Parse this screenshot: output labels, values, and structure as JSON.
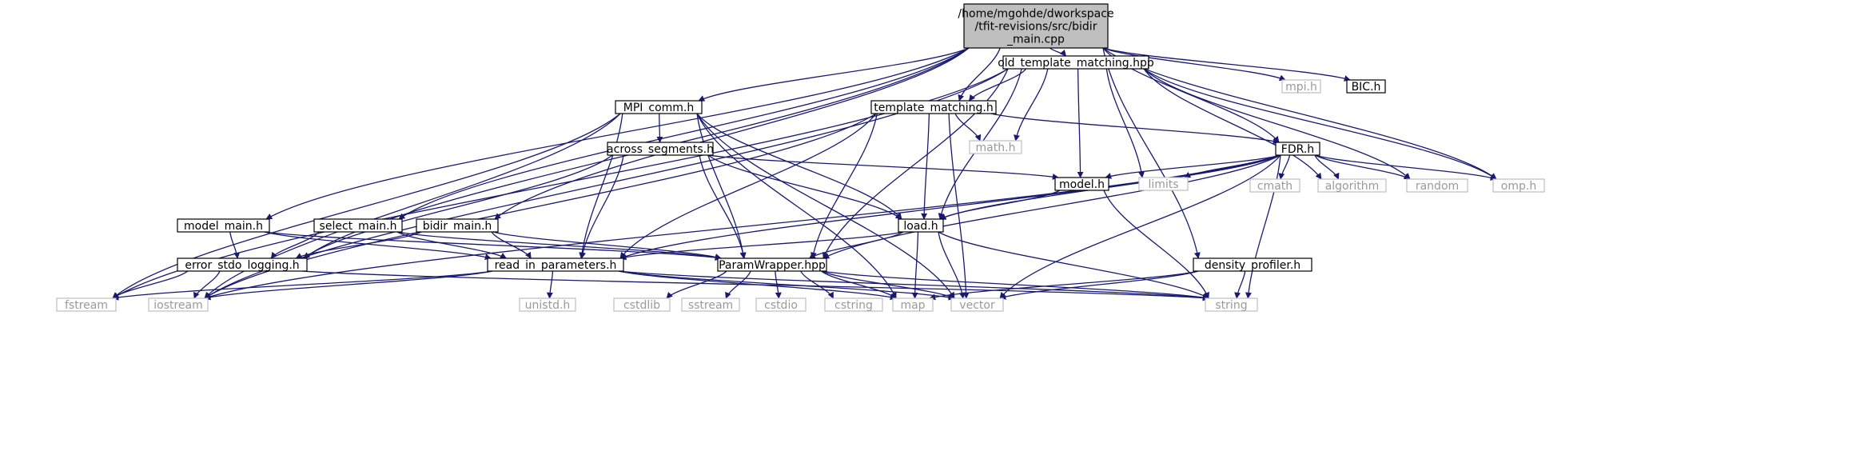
{
  "colors": {
    "edge": "#191970",
    "root_fill": "#bfbfbf",
    "external_text": "#9a9a9a",
    "external_border": "#bfbfbf"
  },
  "nodes": {
    "root": {
      "kind": "root",
      "lines": [
        "/home/mgohde/dworkspace",
        "/tfit-revisions/src/bidir",
        "_main.cpp"
      ]
    },
    "old_tm": {
      "kind": "normal",
      "lines": [
        "old_template_matching.hpp"
      ]
    },
    "mpi_h": {
      "kind": "external",
      "lines": [
        "mpi.h"
      ]
    },
    "bic_h": {
      "kind": "normal",
      "lines": [
        "BIC.h"
      ]
    },
    "mpi_comm": {
      "kind": "normal",
      "lines": [
        "MPI_comm.h"
      ]
    },
    "template_matching": {
      "kind": "normal",
      "lines": [
        "template_matching.h"
      ]
    },
    "across_segments": {
      "kind": "normal",
      "lines": [
        "across_segments.h"
      ]
    },
    "math_h": {
      "kind": "external",
      "lines": [
        "math.h"
      ]
    },
    "fdr_h": {
      "kind": "normal",
      "lines": [
        "FDR.h"
      ]
    },
    "model_h": {
      "kind": "normal",
      "lines": [
        "model.h"
      ]
    },
    "limits": {
      "kind": "external",
      "lines": [
        "limits"
      ]
    },
    "cmath": {
      "kind": "external",
      "lines": [
        "cmath"
      ]
    },
    "algorithm": {
      "kind": "external",
      "lines": [
        "algorithm"
      ]
    },
    "random": {
      "kind": "external",
      "lines": [
        "random"
      ]
    },
    "omp_h": {
      "kind": "external",
      "lines": [
        "omp.h"
      ]
    },
    "model_main": {
      "kind": "normal",
      "lines": [
        "model_main.h"
      ]
    },
    "select_main": {
      "kind": "normal",
      "lines": [
        "select_main.h"
      ]
    },
    "bidir_main": {
      "kind": "normal",
      "lines": [
        "bidir_main.h"
      ]
    },
    "load_h": {
      "kind": "normal",
      "lines": [
        "load.h"
      ]
    },
    "error_log": {
      "kind": "normal",
      "lines": [
        "error_stdo_logging.h"
      ]
    },
    "read_params": {
      "kind": "normal",
      "lines": [
        "read_in_parameters.h"
      ]
    },
    "param_wrapper": {
      "kind": "normal",
      "lines": [
        "ParamWrapper.hpp"
      ]
    },
    "density_profiler": {
      "kind": "normal",
      "lines": [
        "density_profiler.h"
      ]
    },
    "fstream": {
      "kind": "external",
      "lines": [
        "fstream"
      ]
    },
    "iostream": {
      "kind": "external",
      "lines": [
        "iostream"
      ]
    },
    "unistd_h": {
      "kind": "external",
      "lines": [
        "unistd.h"
      ]
    },
    "cstdlib": {
      "kind": "external",
      "lines": [
        "cstdlib"
      ]
    },
    "sstream": {
      "kind": "external",
      "lines": [
        "sstream"
      ]
    },
    "cstdio": {
      "kind": "external",
      "lines": [
        "cstdio"
      ]
    },
    "cstring": {
      "kind": "external",
      "lines": [
        "cstring"
      ]
    },
    "map": {
      "kind": "external",
      "lines": [
        "map"
      ]
    },
    "vector": {
      "kind": "external",
      "lines": [
        "vector"
      ]
    },
    "string": {
      "kind": "external",
      "lines": [
        "string"
      ]
    }
  },
  "edges": [
    [
      "root",
      "old_tm"
    ],
    [
      "root",
      "mpi_h"
    ],
    [
      "root",
      "bic_h"
    ],
    [
      "root",
      "mpi_comm"
    ],
    [
      "root",
      "template_matching"
    ],
    [
      "root",
      "fdr_h"
    ],
    [
      "root",
      "omp_h"
    ],
    [
      "root",
      "model_main"
    ],
    [
      "root",
      "select_main"
    ],
    [
      "root",
      "bidir_main"
    ],
    [
      "root",
      "error_log"
    ],
    [
      "root",
      "density_profiler"
    ],
    [
      "old_tm",
      "template_matching"
    ],
    [
      "old_tm",
      "math_h"
    ],
    [
      "old_tm",
      "model_h"
    ],
    [
      "old_tm",
      "limits"
    ],
    [
      "old_tm",
      "algorithm"
    ],
    [
      "old_tm",
      "random"
    ],
    [
      "old_tm",
      "omp_h"
    ],
    [
      "old_tm",
      "load_h"
    ],
    [
      "old_tm",
      "param_wrapper"
    ],
    [
      "old_tm",
      "fstream"
    ],
    [
      "old_tm",
      "iostream"
    ],
    [
      "mpi_comm",
      "across_segments"
    ],
    [
      "mpi_comm",
      "load_h"
    ],
    [
      "mpi_comm",
      "read_params"
    ],
    [
      "mpi_comm",
      "param_wrapper"
    ],
    [
      "mpi_comm",
      "map"
    ],
    [
      "mpi_comm",
      "vector"
    ],
    [
      "mpi_comm",
      "fstream"
    ],
    [
      "mpi_comm",
      "iostream"
    ],
    [
      "template_matching",
      "math_h"
    ],
    [
      "template_matching",
      "fdr_h"
    ],
    [
      "template_matching",
      "load_h"
    ],
    [
      "template_matching",
      "read_params"
    ],
    [
      "template_matching",
      "param_wrapper"
    ],
    [
      "template_matching",
      "vector"
    ],
    [
      "template_matching",
      "iostream"
    ],
    [
      "across_segments",
      "model_h"
    ],
    [
      "across_segments",
      "load_h"
    ],
    [
      "across_segments",
      "read_params"
    ],
    [
      "across_segments",
      "param_wrapper"
    ],
    [
      "across_segments",
      "error_log"
    ],
    [
      "fdr_h",
      "model_h"
    ],
    [
      "fdr_h",
      "limits"
    ],
    [
      "fdr_h",
      "cmath"
    ],
    [
      "fdr_h",
      "algorithm"
    ],
    [
      "fdr_h",
      "random"
    ],
    [
      "fdr_h",
      "omp_h"
    ],
    [
      "fdr_h",
      "load_h"
    ],
    [
      "fdr_h",
      "read_params"
    ],
    [
      "fdr_h",
      "param_wrapper"
    ],
    [
      "fdr_h",
      "vector"
    ],
    [
      "fdr_h",
      "string"
    ],
    [
      "fdr_h",
      "iostream"
    ],
    [
      "model_h",
      "load_h"
    ],
    [
      "model_h",
      "string"
    ],
    [
      "model_main",
      "error_log"
    ],
    [
      "model_main",
      "read_params"
    ],
    [
      "model_main",
      "param_wrapper"
    ],
    [
      "select_main",
      "error_log"
    ],
    [
      "select_main",
      "read_params"
    ],
    [
      "select_main",
      "param_wrapper"
    ],
    [
      "bidir_main",
      "error_log"
    ],
    [
      "bidir_main",
      "read_params"
    ],
    [
      "bidir_main",
      "param_wrapper"
    ],
    [
      "load_h",
      "read_params"
    ],
    [
      "load_h",
      "param_wrapper"
    ],
    [
      "load_h",
      "map"
    ],
    [
      "load_h",
      "vector"
    ],
    [
      "load_h",
      "string"
    ],
    [
      "error_log",
      "fstream"
    ],
    [
      "error_log",
      "iostream"
    ],
    [
      "error_log",
      "string"
    ],
    [
      "read_params",
      "fstream"
    ],
    [
      "read_params",
      "iostream"
    ],
    [
      "read_params",
      "unistd_h"
    ],
    [
      "read_params",
      "map"
    ],
    [
      "read_params",
      "vector"
    ],
    [
      "read_params",
      "string"
    ],
    [
      "param_wrapper",
      "cstdlib"
    ],
    [
      "param_wrapper",
      "sstream"
    ],
    [
      "param_wrapper",
      "cstdio"
    ],
    [
      "param_wrapper",
      "cstring"
    ],
    [
      "param_wrapper",
      "map"
    ],
    [
      "param_wrapper",
      "vector"
    ],
    [
      "param_wrapper",
      "string"
    ],
    [
      "density_profiler",
      "map"
    ],
    [
      "density_profiler",
      "vector"
    ],
    [
      "density_profiler",
      "string"
    ]
  ]
}
